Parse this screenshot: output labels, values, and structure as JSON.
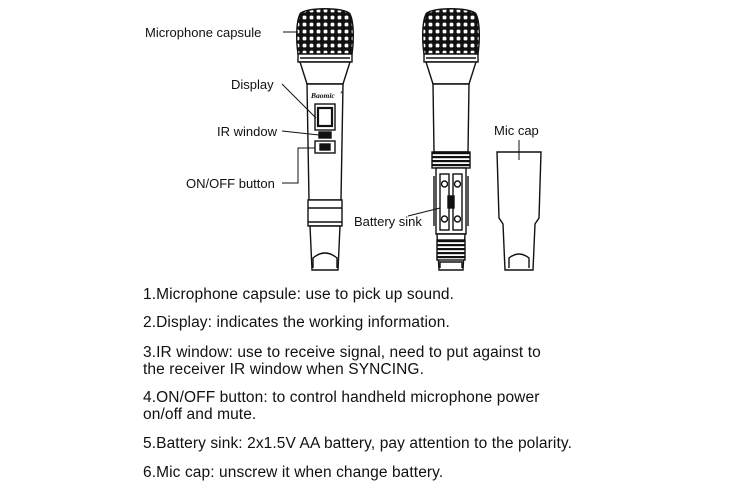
{
  "callouts": {
    "capsule": "Microphone capsule",
    "display": "Display",
    "ir_window": "IR window",
    "power": "ON/OFF button",
    "battery_sink": "Battery sink",
    "mic_cap": "Mic cap"
  },
  "brand_logo": "Baomic",
  "descriptions": [
    "1.Microphone capsule: use to pick up sound.",
    "2.Display: indicates the working information.",
    "3.IR window: use to receive signal, need to put against to\n   the receiver IR window when SYNCING.",
    "4.ON/OFF button: to control handheld microphone power\n   on/off and mute.",
    "5.Battery sink: 2x1.5V AA battery, pay attention to the polarity.",
    "6.Mic cap: unscrew it when change battery."
  ],
  "colors": {
    "line": "#111111",
    "background": "#ffffff"
  }
}
